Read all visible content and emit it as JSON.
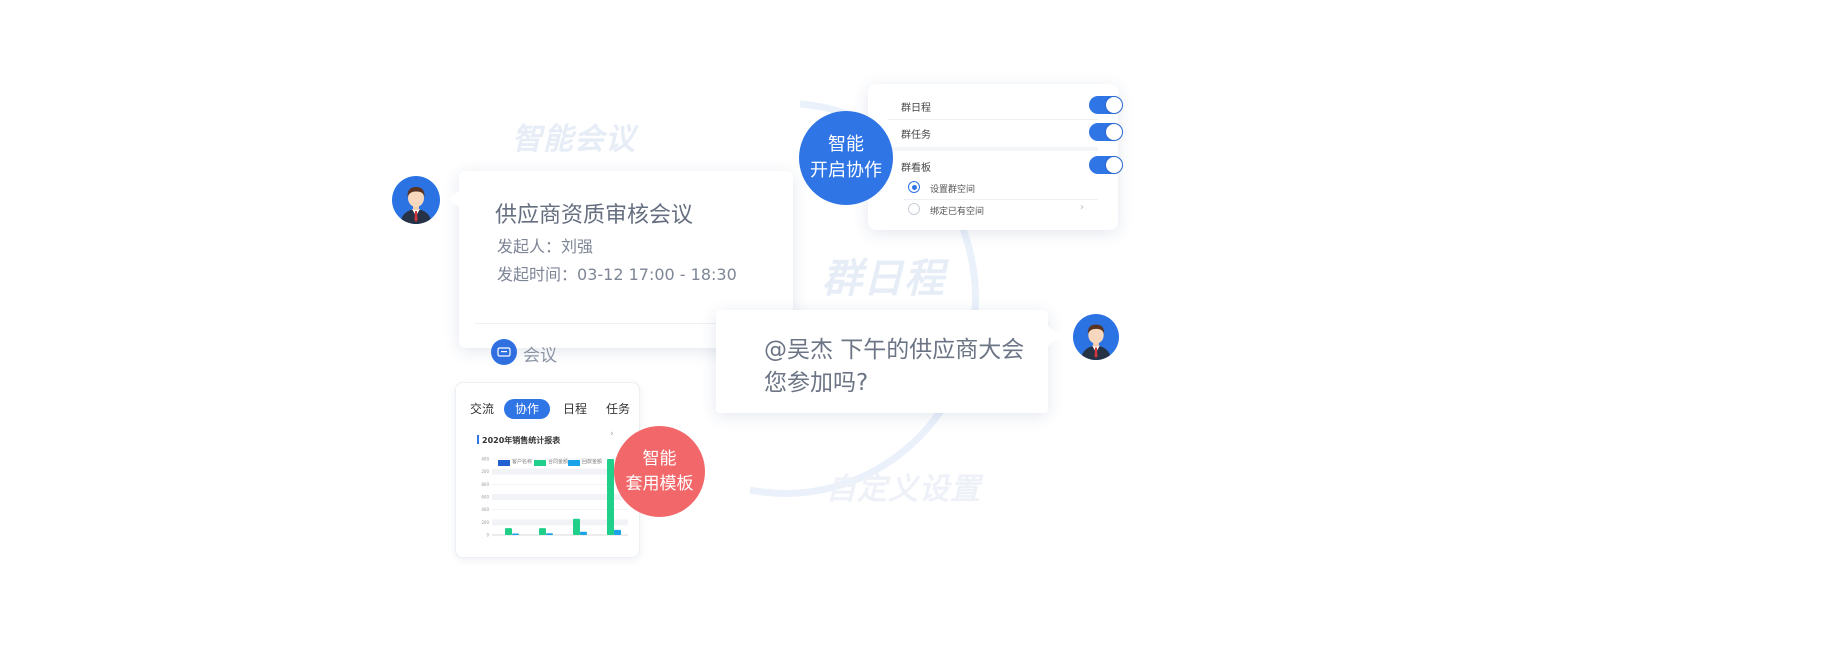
{
  "watermarks": {
    "meeting": "智能会议",
    "schedule": "群日程",
    "custom": "自定义设置"
  },
  "meeting_card": {
    "title": "供应商资质审核会议",
    "initiator_label": "发起人：",
    "initiator": "刘强",
    "time_label": "发起时间：",
    "time": "03-12 17:00 - 18:30",
    "footer_label": "会议"
  },
  "settings_card": {
    "rows": [
      {
        "label": "群日程",
        "on": true
      },
      {
        "label": "群任务",
        "on": true
      },
      {
        "label": "群看板",
        "on": true
      }
    ],
    "options": [
      {
        "label": "设置群空间",
        "selected": true
      },
      {
        "label": "绑定已有空间",
        "selected": false
      }
    ],
    "chevron": "›"
  },
  "badges": {
    "collab_line1": "智能",
    "collab_line2": "开启协作",
    "template_line1": "智能",
    "template_line2": "套用模板"
  },
  "chat": {
    "line1": "@吴杰 下午的供应商大会",
    "line2": "您参加吗?"
  },
  "tabs_card": {
    "tabs": [
      "交流",
      "协作",
      "日程",
      "任务"
    ],
    "active_tab": "协作",
    "chevron": "›"
  },
  "chart_data": {
    "type": "bar",
    "title": "2020年销售统计报表",
    "categories": [
      "",
      "",
      "",
      ""
    ],
    "series": [
      {
        "name": "客户名称",
        "values": [
          0,
          0,
          0,
          0
        ]
      },
      {
        "name": "合同金额",
        "values": [
          270,
          270,
          640,
          3000
        ]
      },
      {
        "name": "回款金额",
        "values": [
          60,
          70,
          130,
          200
        ]
      }
    ],
    "yticks": [
      "0",
      "200",
      "400",
      "600",
      "800",
      "200",
      "400"
    ],
    "colors": {
      "s1": "#1f5fcf",
      "s2": "#1fcf8a",
      "s3": "#1aa3e8"
    }
  },
  "colors": {
    "accent": "#2f75e6",
    "template_badge": "#f2686a",
    "collab_badge": "#2f75e6"
  }
}
